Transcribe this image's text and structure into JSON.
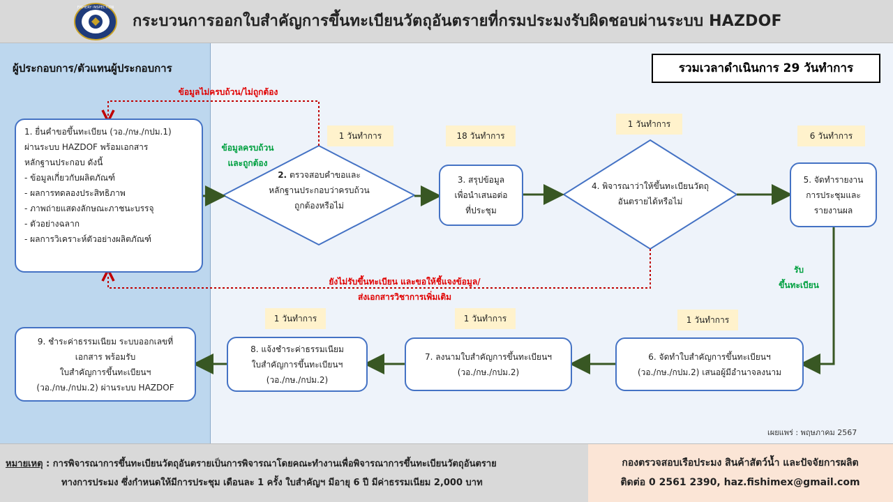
{
  "header": {
    "title": "กระบวนการออกใบสำคัญการขึ้นทะเบียนวัตถุอันตรายที่กรมประมงรับผิดชอบผ่านระบบ  HAZDOF",
    "logo_text": "FISHERY INSPECTION"
  },
  "left_panel": {
    "title": "ผู้ประกอบการ/ตัวแทนผู้ประกอบการ"
  },
  "total_time": "รวมเวลาดำเนินการ 29 วันทำการ",
  "steps": {
    "s1": {
      "lines": [
        "1. ยื่นคำขอขึ้นทะเบียน (วอ./กษ./กปม.1)",
        "ผ่านระบบ HAZDOF  พร้อมเอกสาร",
        "หลักฐานประกอบ  ดังนี้",
        "- ข้อมูลเกี่ยวกับผลิตภัณฑ์",
        "- ผลการทดลองประสิทธิภาพ",
        "- ภาพถ่ายแสดงลักษณะภาชนะบรรจุ",
        "- ตัวอย่างฉลาก",
        "- ผลการวิเคราะห์ตัวอย่างผลิตภัณฑ์"
      ]
    },
    "s2": {
      "num": "2.",
      "lines": [
        "ตรวจสอบคำขอและ",
        "หลักฐานประกอบว่าครบถ้วน",
        "ถูกต้องหรือไม่"
      ]
    },
    "s3": {
      "lines": [
        "3. สรุปข้อมูล",
        "เพื่อนำเสนอต่อ",
        "ที่ประชุม"
      ]
    },
    "s4": {
      "lines": [
        "4. พิจารณาว่าให้ขึ้นทะเบียนวัตถุ",
        "อันตรายได้หรือไม่"
      ]
    },
    "s5": {
      "lines": [
        "5. จัดทำรายงาน",
        "การประชุมและ",
        "รายงานผล"
      ]
    },
    "s6": {
      "lines": [
        "6. จัดทำใบสำคัญการขึ้นทะเบียนฯ",
        "(วอ./กษ./กปม.2) เสนอผู้มีอำนาจลงนาม"
      ]
    },
    "s7": {
      "lines": [
        "7. ลงนามใบสำคัญการขึ้นทะเบียนฯ",
        "(วอ./กษ./กปม.2)"
      ]
    },
    "s8": {
      "lines": [
        "8. แจ้งชำระค่าธรรมเนียม",
        "ใบสำคัญการขึ้นทะเบียนฯ",
        "(วอ./กษ./กปม.2)"
      ]
    },
    "s9": {
      "lines": [
        "9. ชำระค่าธรรมเนียม ระบบออกเลขที่",
        "เอกสาร  พร้อมรับ",
        "ใบสำคัญการขึ้นทะเบียนฯ",
        "(วอ./กษ./กปม.2) ผ่านระบบ HAZDOF"
      ]
    }
  },
  "durations": {
    "d2": "1 วันทำการ",
    "d3": "18 วันทำการ",
    "d4": "1 วันทำการ",
    "d5": "6 วันทำการ",
    "d6": "1 วันทำการ",
    "d7": "1 วันทำการ",
    "d8": "1 วันทำการ"
  },
  "notes": {
    "incomplete": "ข้อมูลไม่ครบถ้วน/ไม่ถูกต้อง",
    "complete": [
      "ข้อมูลครบถ้วน",
      "และถูกต้อง"
    ],
    "rejected": [
      "ยังไม่รับขึ้นทะเบียน  และขอให้ชี้แจงข้อมูล/",
      "ส่งเอกสารวิชาการเพิ่มเติม"
    ],
    "accepted": [
      "รับ",
      "ขึ้นทะเบียน"
    ]
  },
  "published": "เผยแพร่ : พฤษภาคม 2567",
  "footer": {
    "remark_label": "หมายเหตุ",
    "remark_line1": " : การพิจารณาการขึ้นทะเบียนวัตถุอันตรายเป็นการพิจารณาโดยคณะทำงานเพื่อพิจารณาการขึ้นทะเบียนวัตถุอันตราย",
    "remark_line2": "ทางการประมง ซึ่งกำหนดให้มีการประชุม  เดือนละ 1 ครั้ง ใบสำคัญฯ มีอายุ 6 ปี มีค่าธรรมเนียม 2,000 บาท",
    "contact_org": "กองตรวจสอบเรือประมง สินค้าสัตว์น้ำ และปัจจัยการผลิต",
    "contact_info": "ติดต่อ 0 2561 2390, haz.fishimex@gmail.com"
  },
  "colors": {
    "arrow": "#385723",
    "box_border": "#4472c4",
    "dashed": "#c00000",
    "tag_bg": "#fff2cc",
    "left_panel": "#bdd7ee"
  }
}
